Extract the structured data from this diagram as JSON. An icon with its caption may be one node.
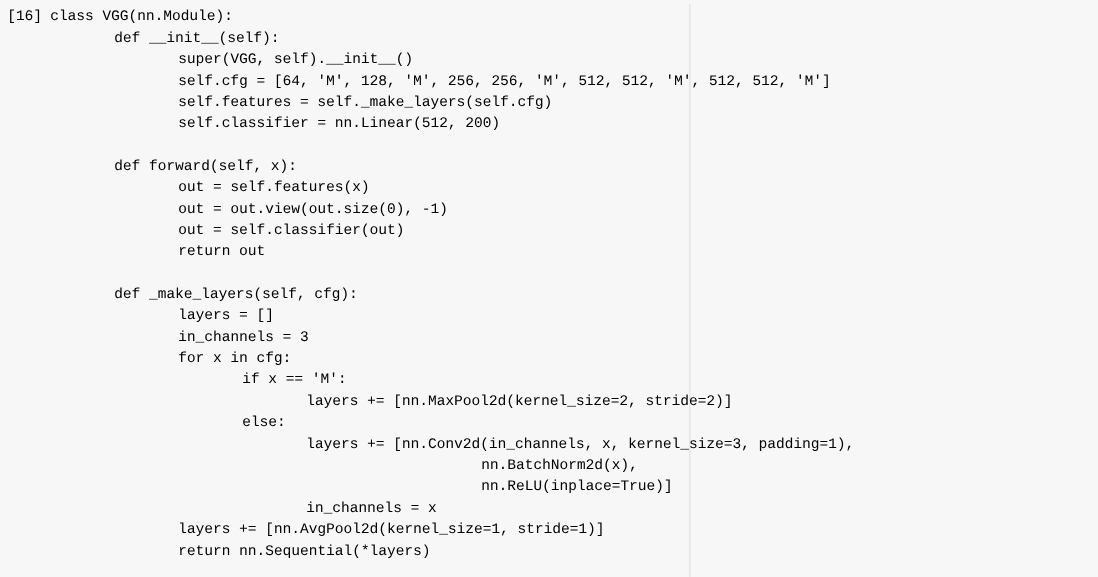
{
  "diagram": {
    "labels": [
      "[16]",
      "class VGG(nn.Module):",
      "def __init__(self):",
      "super(VGG, self).__init__()",
      "self.cfg = [64, 'M', 128, 'M', 256, 256, 'M', 512, 512, 'M', 512, 512, 'M']",
      "self.features = self._make_layers(self.cfg)",
      "self.classifier = nn.Linear(512, 200)",
      "def forward(self, x):",
      "out = self.features(x)",
      "out = out.view(out.size(0), -1)",
      "out = self.classifier(out)",
      "return out",
      "def _make_layers(self, cfg):",
      "layers = []",
      "in_channels = 3",
      "for x in cfg:",
      "if x == 'M':",
      "layers += [nn.MaxPool2d(kernel_size=2, stride=2)]",
      "else:",
      "layers += [nn.Conv2d(in_channels, x, kernel_size=3, padding=1),",
      "nn.BatchNorm2d(x),",
      "nn.ReLU(inplace=True)]",
      "in_channels = x",
      "layers += [nn.AvgPool2d(kernel_size=1, stride=1)]",
      "return nn.Sequential(*layers)"
    ]
  }
}
